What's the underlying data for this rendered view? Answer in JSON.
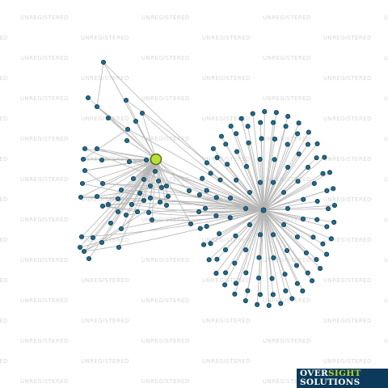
{
  "watermark": {
    "text": "UNREGISTERED"
  },
  "logo": {
    "word1": "OVER",
    "word2": "SIGHT",
    "word3": "SOLUTIONS"
  },
  "network": {
    "colors": {
      "node_fill": "#1f6d8f",
      "node_stroke": "#123a4c",
      "focus_fill": "#b9e03a",
      "focus_stroke": "#4f6b10",
      "edge": "#b5b5b5",
      "logo_bg": "#0b3a5a",
      "logo_accent": "#b4d334"
    },
    "focus_node": {
      "label": ""
    },
    "hub_node": {
      "label": ""
    },
    "peripheral_count": 150
  }
}
